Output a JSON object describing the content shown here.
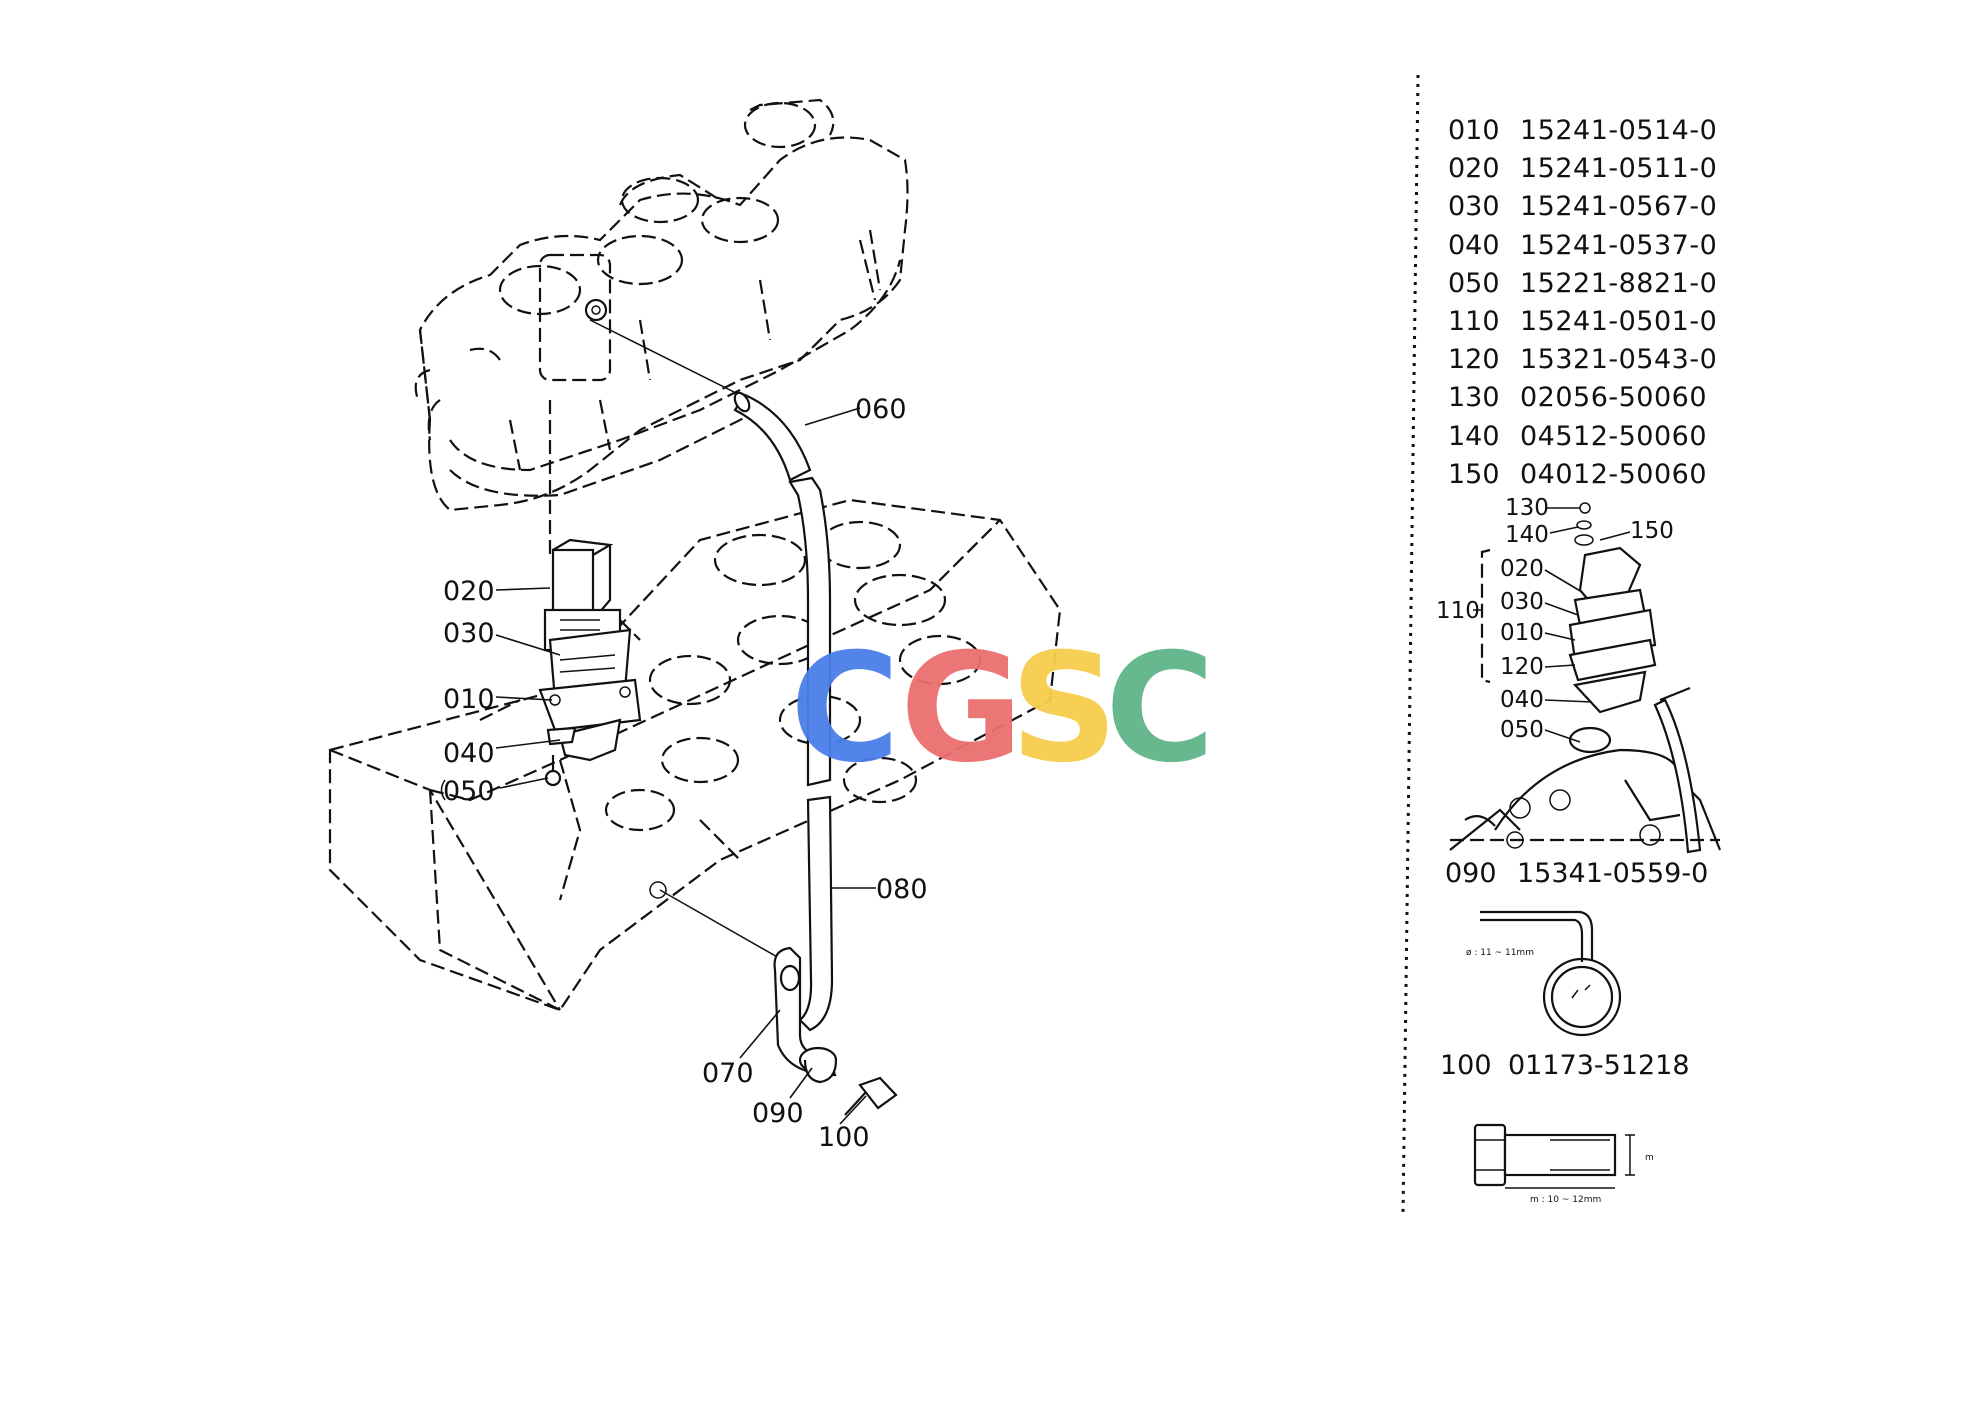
{
  "watermark": {
    "letters": [
      "C",
      "G",
      "S",
      "C"
    ],
    "colors": [
      "#4a7ee8",
      "#ec6f6f",
      "#f6cd4b",
      "#5fb58a"
    ]
  },
  "main_callouts": {
    "c060": "060",
    "c020": "020",
    "c030": "030",
    "c010": "010",
    "c040": "040",
    "c050": "050",
    "c080": "080",
    "c070": "070",
    "c090": "090",
    "c100": "100"
  },
  "parts_list": [
    {
      "no": "010",
      "part_number": "15241-0514-0"
    },
    {
      "no": "020",
      "part_number": "15241-0511-0"
    },
    {
      "no": "030",
      "part_number": "15241-0567-0"
    },
    {
      "no": "040",
      "part_number": "15241-0537-0"
    },
    {
      "no": "050",
      "part_number": "15221-8821-0"
    },
    {
      "no": "110",
      "part_number": "15241-0501-0"
    },
    {
      "no": "120",
      "part_number": "15321-0543-0"
    },
    {
      "no": "130",
      "part_number": "02056-50060"
    },
    {
      "no": "140",
      "part_number": "04512-50060"
    },
    {
      "no": "150",
      "part_number": "04012-50060"
    }
  ],
  "detail_callouts": {
    "d130": "130",
    "d140": "140",
    "d150": "150",
    "d020": "020",
    "d110": "110",
    "d030": "030",
    "d010": "010",
    "d120": "120",
    "d040": "040",
    "d050": "050"
  },
  "pipe_part": {
    "no": "090",
    "part_number": "15341-0559-0",
    "dimension_note": "ø : 11 ~ 11mm"
  },
  "bolt_part": {
    "no": "100",
    "part_number": "01173-51218",
    "dimension_note": "m : 10 ~ 12mm"
  }
}
